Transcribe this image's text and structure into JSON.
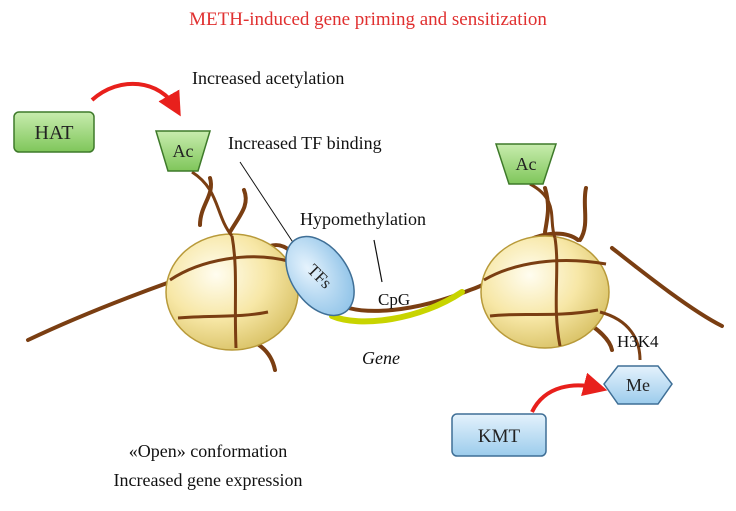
{
  "title": "METH-induced gene priming and sensitization",
  "labels": {
    "increased_acetylation": "Increased acetylation",
    "increased_tf_binding": "Increased TF binding",
    "hypomethylation": "Hypomethylation",
    "cpg": "CpG",
    "gene": "Gene",
    "h3k4": "H3K4",
    "open_conformation": "«Open» conformation",
    "increased_expression": "Increased gene expression"
  },
  "nodes": {
    "hat": "HAT",
    "kmt": "KMT",
    "tfs": "TFs",
    "ac_left": "Ac",
    "ac_right": "Ac",
    "me": "Me"
  },
  "colors": {
    "title": "#e03030",
    "arrow": "#e8201c",
    "dna": "#7a3e12",
    "gene": "#c8d400",
    "green_box": "#8ed06a",
    "blue_box": "#b9dcf3",
    "nucleosome": "#f6e6a2"
  }
}
